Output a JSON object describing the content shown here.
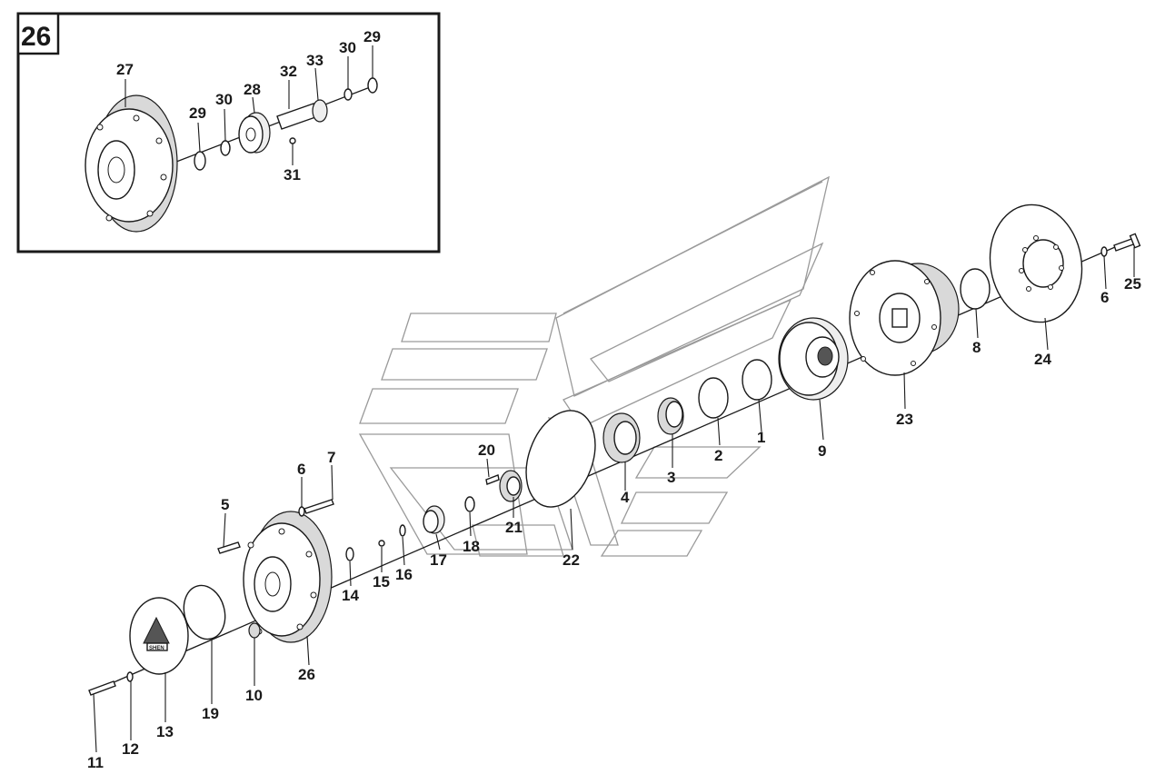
{
  "inset": {
    "number": "26",
    "labels": [
      "27",
      "29",
      "30",
      "28",
      "32",
      "33",
      "30",
      "29",
      "31"
    ]
  },
  "main_labels": [
    "1",
    "2",
    "3",
    "4",
    "9",
    "23",
    "8",
    "24",
    "6",
    "25",
    "20",
    "21",
    "22",
    "17",
    "18",
    "16",
    "15",
    "14",
    "7",
    "6",
    "5",
    "26",
    "10",
    "19",
    "13",
    "12",
    "11"
  ],
  "logo_text": "SHEN"
}
